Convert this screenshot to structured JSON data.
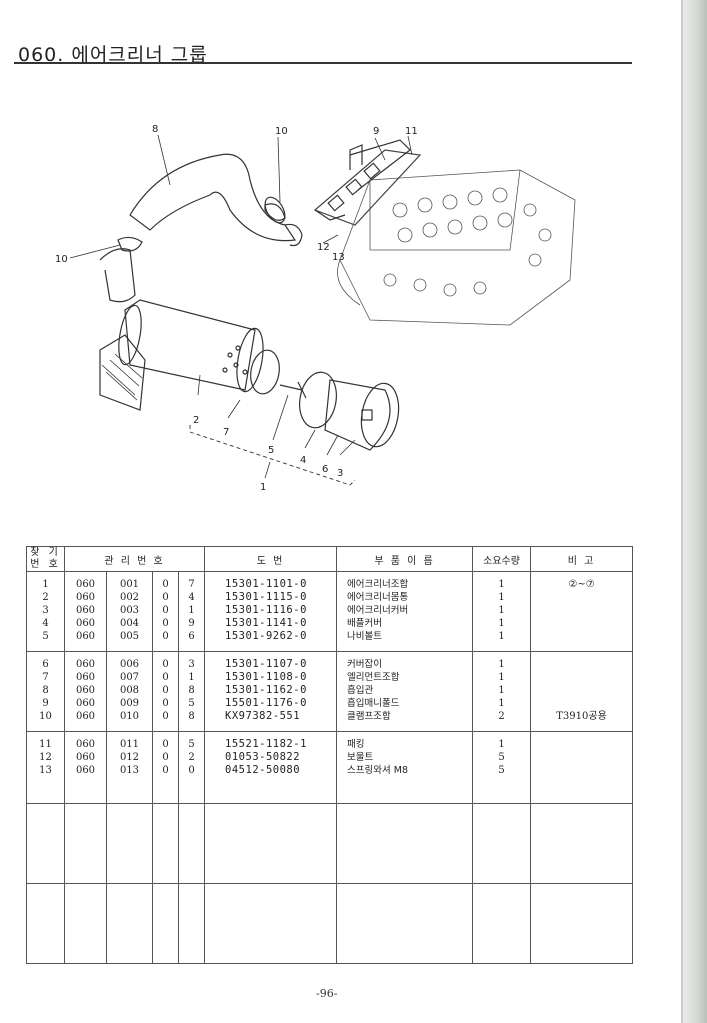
{
  "title": "060. 에어크리너  그룹",
  "callouts": [
    "8",
    "10",
    "9",
    "11",
    "10",
    "12",
    "13",
    "2",
    "7",
    "5",
    "4",
    "6",
    "3",
    "1"
  ],
  "table": {
    "headers": {
      "no_top": "찾 기",
      "no_bottom": "번 호",
      "mgmt": "관 리 번 호",
      "drawing": "도   번",
      "name": "부 품 이 름",
      "qty": "소요수량",
      "remark": "비   고"
    },
    "groups": [
      {
        "no": [
          "1",
          "2",
          "3",
          "4",
          "5"
        ],
        "c1": [
          "060",
          "060",
          "060",
          "060",
          "060"
        ],
        "c2": [
          "001",
          "002",
          "003",
          "004",
          "005"
        ],
        "c3": [
          "0",
          "0",
          "0",
          "0",
          "0"
        ],
        "c4": [
          "7",
          "4",
          "1",
          "9",
          "6"
        ],
        "drawing": [
          "15301-1101-0",
          "15301-1115-0",
          "15301-1116-0",
          "15301-1141-0",
          "15301-9262-0"
        ],
        "name": [
          "에어크리너조합",
          "에어크리너몸통",
          "에어크리너커버",
          "배플커버",
          "나비볼트"
        ],
        "qty": [
          "1",
          "1",
          "1",
          "1",
          "1"
        ],
        "remark": [
          "②~⑦",
          "",
          "",
          "",
          ""
        ]
      },
      {
        "no": [
          "6",
          "7",
          "8",
          "9",
          "10"
        ],
        "c1": [
          "060",
          "060",
          "060",
          "060",
          "060"
        ],
        "c2": [
          "006",
          "007",
          "008",
          "009",
          "010"
        ],
        "c3": [
          "0",
          "0",
          "0",
          "0",
          "0"
        ],
        "c4": [
          "3",
          "1",
          "8",
          "5",
          "8"
        ],
        "drawing": [
          "15301-1107-0",
          "15301-1108-0",
          "15301-1162-0",
          "15501-1176-0",
          "KX97382-551"
        ],
        "name": [
          "커버잡이",
          "엘리먼트조합",
          "흡입관",
          "흡입매니폴드",
          "클램프조합"
        ],
        "qty": [
          "1",
          "1",
          "1",
          "1",
          "2"
        ],
        "remark": [
          "",
          "",
          "",
          "",
          "T3910공용"
        ]
      },
      {
        "no": [
          "11",
          "12",
          "13"
        ],
        "c1": [
          "060",
          "060",
          "060"
        ],
        "c2": [
          "011",
          "012",
          "013"
        ],
        "c3": [
          "0",
          "0",
          "0"
        ],
        "c4": [
          "5",
          "2",
          "0"
        ],
        "drawing": [
          "15521-1182-1",
          "01053-50822",
          "04512-50080"
        ],
        "name": [
          "패킹",
          "보울트",
          "스프링와셔 M8"
        ],
        "qty": [
          "1",
          "5",
          "5"
        ],
        "remark": [
          "",
          "",
          "",
          ""
        ]
      }
    ]
  },
  "page_number": "-96-"
}
